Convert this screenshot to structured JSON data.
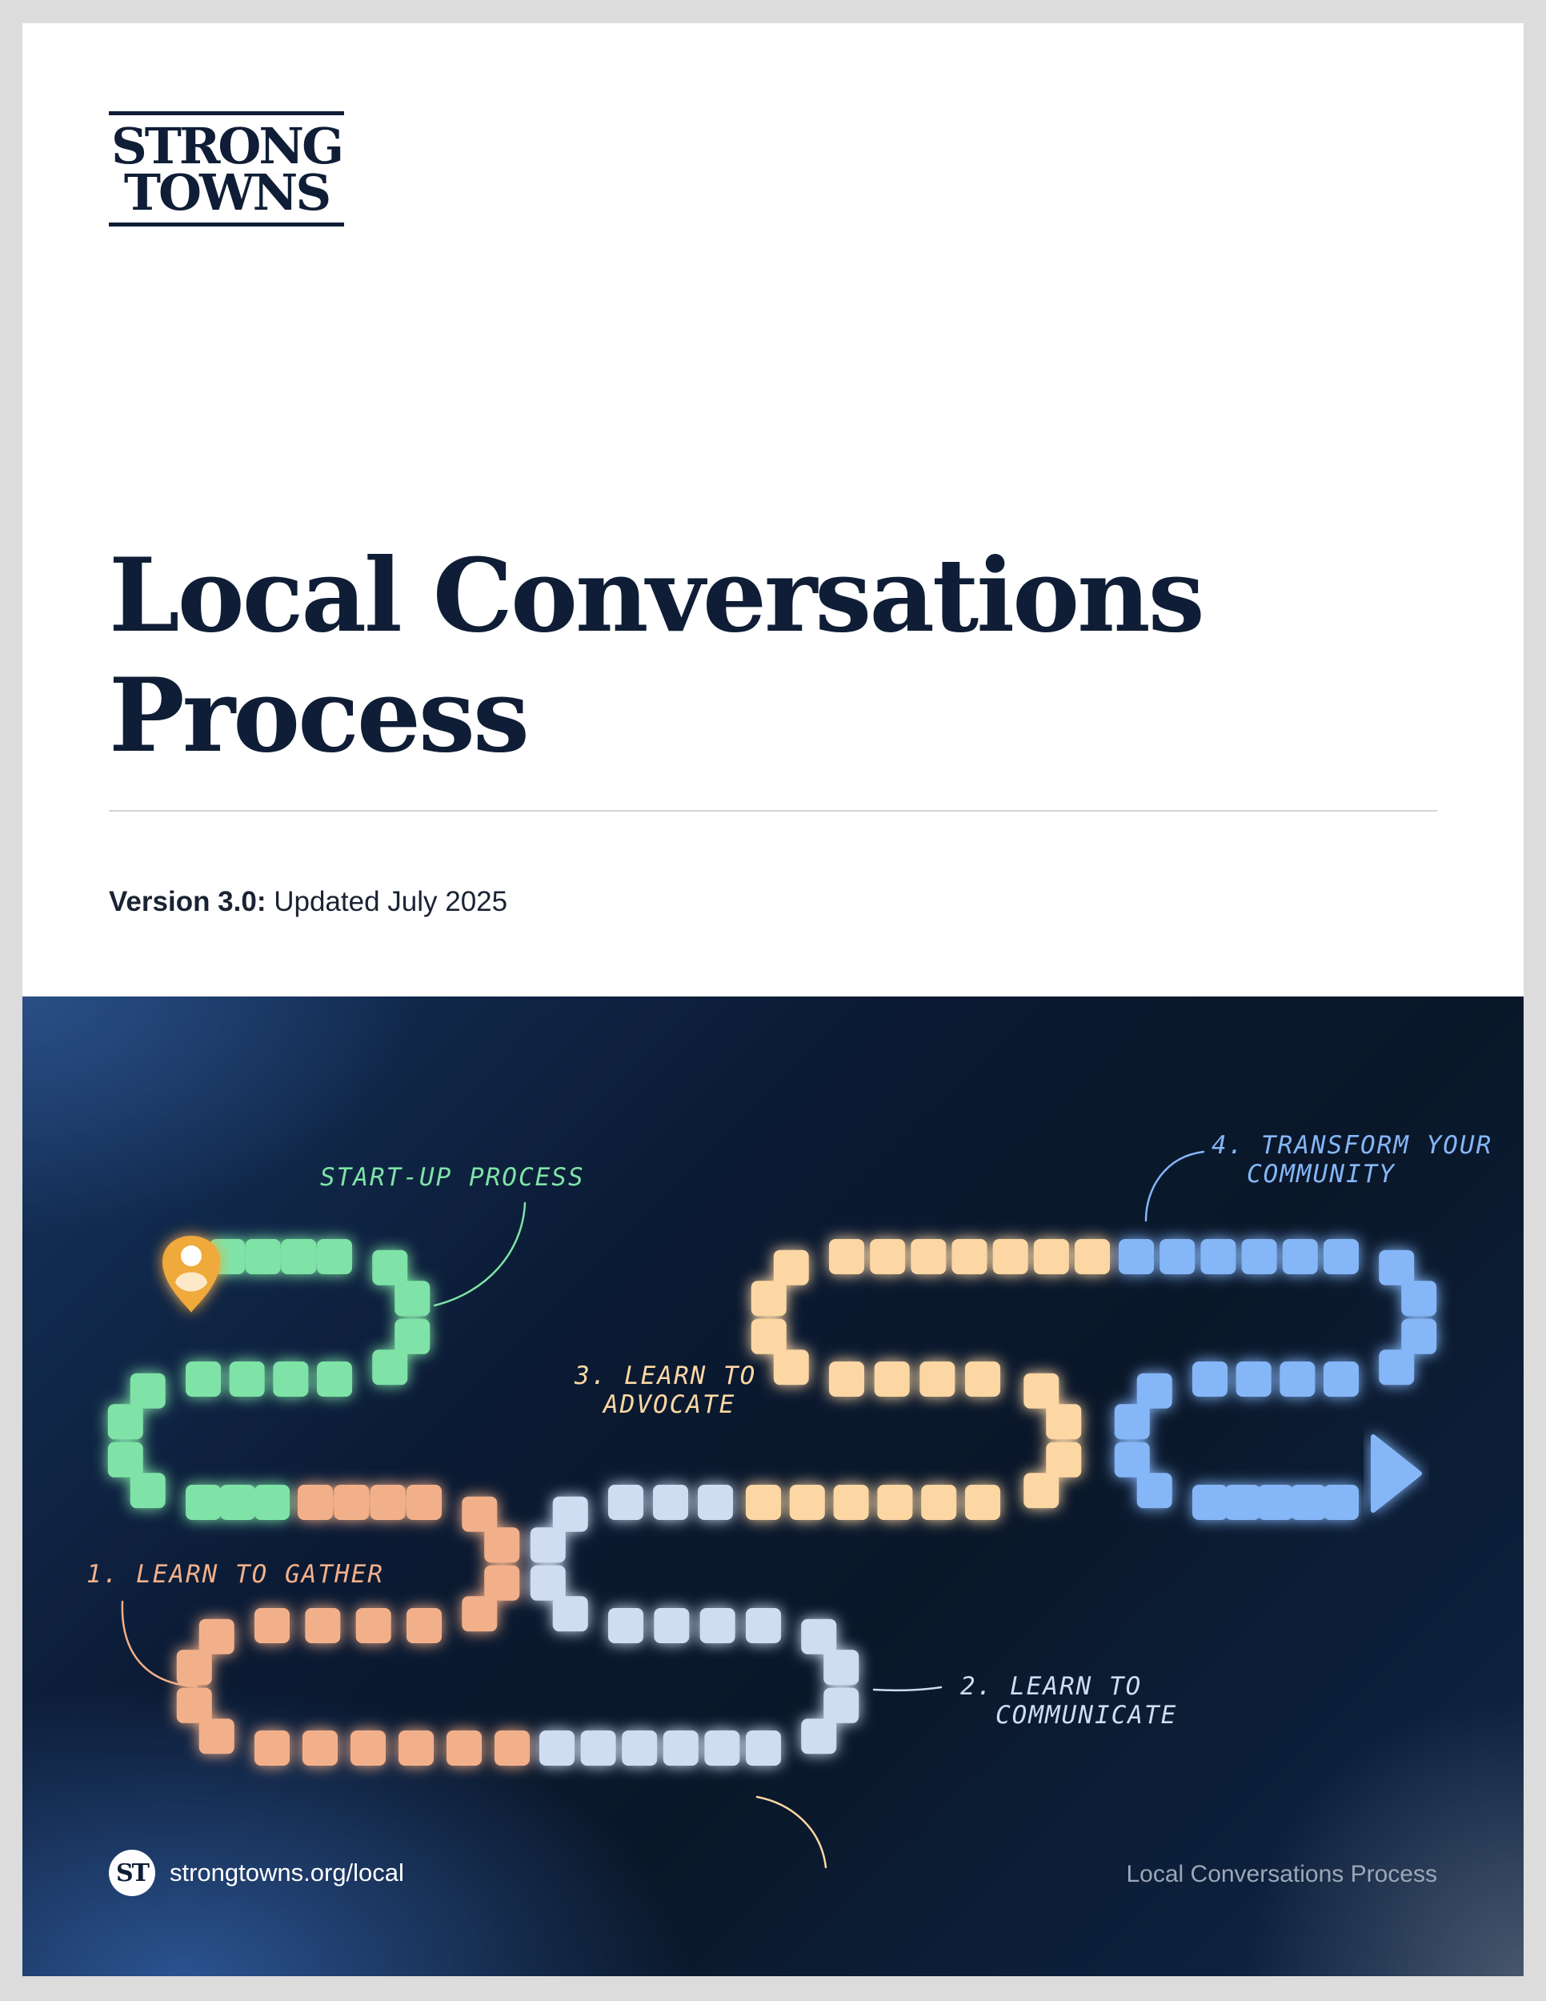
{
  "brand": {
    "logo_line1": "STRONG",
    "logo_line2": "TOWNS",
    "badge": "ST"
  },
  "title": {
    "line1": "Local Conversations",
    "line2": "Process"
  },
  "version": {
    "label": "Version 3.0:",
    "text": "Updated July 2025"
  },
  "journey": {
    "steps": [
      {
        "label_lines": [
          "START-UP PROCESS"
        ],
        "color": "#7fe3a7"
      },
      {
        "label_lines": [
          "1. LEARN TO GATHER"
        ],
        "color": "#f2b08a"
      },
      {
        "label_lines": [
          "2. LEARN TO",
          "COMMUNICATE"
        ],
        "color": "#cfdcf2"
      },
      {
        "label_lines": [
          "3. LEARN TO",
          "ADVOCATE"
        ],
        "color": "#fcd7a4"
      },
      {
        "label_lines": [
          "4. TRANSFORM YOUR",
          "COMMUNITY"
        ],
        "color": "#85b6f7"
      }
    ],
    "pin_icon": "location-pin-icon",
    "end_icon": "arrow-right-icon"
  },
  "footer": {
    "url": "strongtowns.org/local",
    "doc_title": "Local Conversations Process"
  }
}
